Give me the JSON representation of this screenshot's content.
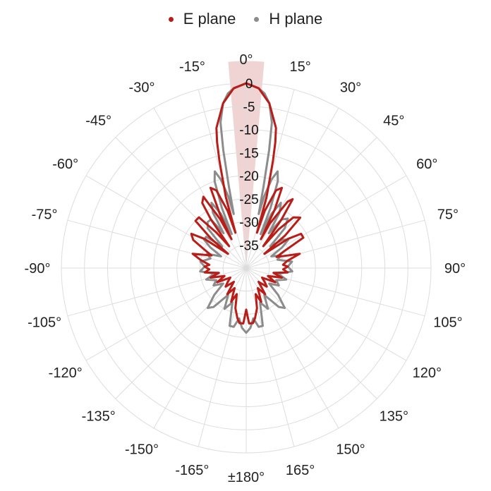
{
  "chart_data": {
    "type": "line",
    "subtype": "polar",
    "title": "",
    "legend_position": "top-center",
    "grid": true,
    "colors": {
      "E_plane": "#b81d18",
      "H_plane": "#8c8c8c",
      "highlight": "#e9c6c4",
      "grid": "#dddddd"
    },
    "angle_ticks": [
      "0°",
      "15°",
      "30°",
      "45°",
      "60°",
      "75°",
      "90°",
      "105°",
      "120°",
      "135°",
      "150°",
      "165°",
      "±180°",
      "-165°",
      "-150°",
      "-135°",
      "-120°",
      "-105°",
      "-90°",
      "-75°",
      "-60°",
      "-45°",
      "-30°",
      "-15°"
    ],
    "radial_ticks": [
      "0",
      "-5",
      "-10",
      "-15",
      "-20",
      "-25",
      "-30",
      "-35"
    ],
    "radial_range": [
      -40,
      0
    ],
    "highlight_sector": [
      -5,
      5
    ],
    "series": [
      {
        "name": "E plane",
        "points": [
          [
            0,
            0
          ],
          [
            4,
            -1
          ],
          [
            8,
            -4
          ],
          [
            12,
            -9
          ],
          [
            13,
            -12
          ],
          [
            14,
            -16
          ],
          [
            16,
            -24
          ],
          [
            17,
            -32
          ],
          [
            18,
            -27
          ],
          [
            21,
            -22
          ],
          [
            24,
            -21
          ],
          [
            26,
            -26
          ],
          [
            27,
            -33
          ],
          [
            28,
            -29
          ],
          [
            32,
            -23
          ],
          [
            34,
            -22
          ],
          [
            36,
            -27
          ],
          [
            38,
            -34
          ],
          [
            40,
            -29
          ],
          [
            43,
            -25
          ],
          [
            47,
            -24
          ],
          [
            50,
            -29
          ],
          [
            52,
            -35
          ],
          [
            55,
            -29
          ],
          [
            58,
            -26
          ],
          [
            62,
            -26
          ],
          [
            66,
            -31
          ],
          [
            70,
            -33
          ],
          [
            75,
            -28
          ],
          [
            80,
            -31
          ],
          [
            85,
            -32
          ],
          [
            88,
            -31
          ],
          [
            92,
            -32
          ],
          [
            96,
            -31
          ],
          [
            100,
            -34
          ],
          [
            105,
            -32
          ],
          [
            110,
            -35
          ],
          [
            116,
            -33
          ],
          [
            121,
            -36
          ],
          [
            127,
            -35
          ],
          [
            132,
            -34
          ],
          [
            138,
            -36
          ],
          [
            144,
            -33
          ],
          [
            150,
            -35
          ],
          [
            156,
            -32
          ],
          [
            160,
            -34
          ],
          [
            165,
            -31
          ],
          [
            170,
            -29
          ],
          [
            173,
            -28
          ],
          [
            177,
            -28
          ],
          [
            180,
            -31
          ],
          [
            -177,
            -28
          ],
          [
            -173,
            -28
          ],
          [
            -170,
            -29
          ],
          [
            -165,
            -31
          ],
          [
            -160,
            -34
          ],
          [
            -156,
            -32
          ],
          [
            -150,
            -35
          ],
          [
            -144,
            -33
          ],
          [
            -138,
            -36
          ],
          [
            -132,
            -34
          ],
          [
            -127,
            -35
          ],
          [
            -121,
            -36
          ],
          [
            -116,
            -33
          ],
          [
            -110,
            -35
          ],
          [
            -105,
            -32
          ],
          [
            -100,
            -34
          ],
          [
            -96,
            -31
          ],
          [
            -92,
            -32
          ],
          [
            -88,
            -31
          ],
          [
            -85,
            -32
          ],
          [
            -80,
            -30
          ],
          [
            -75,
            -28
          ],
          [
            -70,
            -32
          ],
          [
            -66,
            -30
          ],
          [
            -62,
            -27
          ],
          [
            -58,
            -26
          ],
          [
            -55,
            -29
          ],
          [
            -52,
            -35
          ],
          [
            -50,
            -30
          ],
          [
            -47,
            -25
          ],
          [
            -43,
            -25
          ],
          [
            -40,
            -30
          ],
          [
            -38,
            -34
          ],
          [
            -36,
            -27
          ],
          [
            -34,
            -23
          ],
          [
            -31,
            -22
          ],
          [
            -28,
            -28
          ],
          [
            -27,
            -33
          ],
          [
            -26,
            -27
          ],
          [
            -24,
            -21
          ],
          [
            -21,
            -22
          ],
          [
            -18,
            -27
          ],
          [
            -17,
            -32
          ],
          [
            -16,
            -24
          ],
          [
            -14,
            -16
          ],
          [
            -13,
            -12
          ],
          [
            -12,
            -9
          ],
          [
            -8,
            -4
          ],
          [
            -4,
            -1
          ],
          [
            0,
            0
          ]
        ]
      },
      {
        "name": "H plane",
        "points": [
          [
            0,
            0
          ],
          [
            4,
            -1
          ],
          [
            6,
            -2
          ],
          [
            8,
            -4
          ],
          [
            10,
            -8
          ],
          [
            11,
            -14
          ],
          [
            12,
            -22
          ],
          [
            13,
            -28
          ],
          [
            14,
            -24
          ],
          [
            16,
            -20
          ],
          [
            18,
            -18
          ],
          [
            20,
            -20
          ],
          [
            22,
            -26
          ],
          [
            23,
            -32
          ],
          [
            25,
            -27
          ],
          [
            28,
            -24
          ],
          [
            31,
            -26
          ],
          [
            33,
            -31
          ],
          [
            36,
            -27
          ],
          [
            40,
            -26
          ],
          [
            44,
            -28
          ],
          [
            48,
            -33
          ],
          [
            52,
            -30
          ],
          [
            56,
            -29
          ],
          [
            60,
            -31
          ],
          [
            65,
            -34
          ],
          [
            70,
            -32
          ],
          [
            75,
            -33
          ],
          [
            82,
            -30
          ],
          [
            88,
            -31
          ],
          [
            94,
            -30
          ],
          [
            100,
            -33
          ],
          [
            106,
            -31
          ],
          [
            112,
            -33
          ],
          [
            118,
            -32
          ],
          [
            124,
            -34
          ],
          [
            130,
            -31
          ],
          [
            136,
            -28
          ],
          [
            140,
            -29
          ],
          [
            146,
            -33
          ],
          [
            152,
            -30
          ],
          [
            158,
            -32
          ],
          [
            164,
            -27
          ],
          [
            168,
            -27
          ],
          [
            172,
            -29
          ],
          [
            176,
            -27
          ],
          [
            180,
            -26
          ],
          [
            -176,
            -27
          ],
          [
            -172,
            -29
          ],
          [
            -168,
            -27
          ],
          [
            -164,
            -27
          ],
          [
            -158,
            -32
          ],
          [
            -152,
            -30
          ],
          [
            -146,
            -33
          ],
          [
            -140,
            -29
          ],
          [
            -136,
            -28
          ],
          [
            -130,
            -31
          ],
          [
            -124,
            -34
          ],
          [
            -118,
            -32
          ],
          [
            -112,
            -33
          ],
          [
            -106,
            -31
          ],
          [
            -100,
            -33
          ],
          [
            -94,
            -30
          ],
          [
            -88,
            -31
          ],
          [
            -82,
            -30
          ],
          [
            -75,
            -32
          ],
          [
            -70,
            -31
          ],
          [
            -65,
            -34
          ],
          [
            -60,
            -31
          ],
          [
            -56,
            -29
          ],
          [
            -52,
            -29
          ],
          [
            -48,
            -33
          ],
          [
            -44,
            -28
          ],
          [
            -40,
            -27
          ],
          [
            -36,
            -27
          ],
          [
            -33,
            -31
          ],
          [
            -31,
            -26
          ],
          [
            -28,
            -24
          ],
          [
            -25,
            -27
          ],
          [
            -23,
            -32
          ],
          [
            -22,
            -26
          ],
          [
            -20,
            -20
          ],
          [
            -18,
            -18
          ],
          [
            -16,
            -20
          ],
          [
            -14,
            -24
          ],
          [
            -13,
            -28
          ],
          [
            -12,
            -22
          ],
          [
            -11,
            -14
          ],
          [
            -10,
            -8
          ],
          [
            -8,
            -4
          ],
          [
            -6,
            -2
          ],
          [
            -4,
            -1
          ],
          [
            0,
            0
          ]
        ]
      }
    ]
  }
}
